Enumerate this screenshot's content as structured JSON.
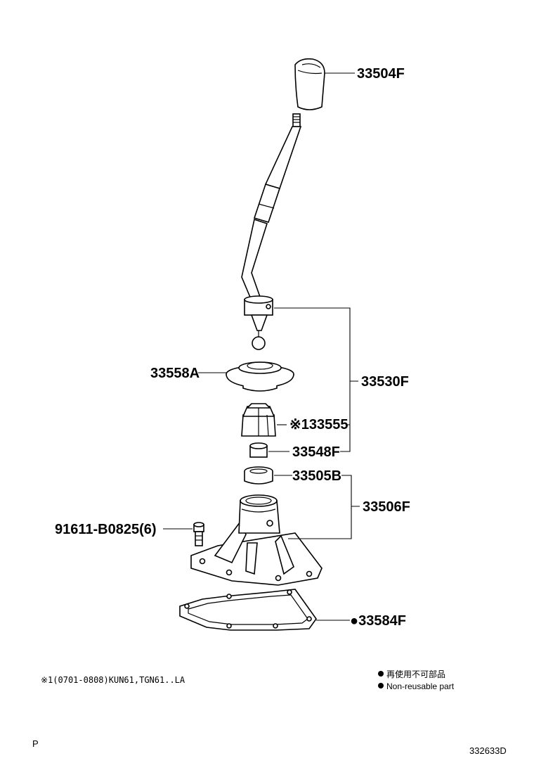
{
  "parts": {
    "knob": "33504F",
    "lever_assy": "33530F",
    "retainer": "33558A",
    "boot": "※133555",
    "bushing": "33548F",
    "seat": "33505B",
    "housing": "33506F",
    "bolt": "91611-B0825(6)",
    "gasket": "●33584F"
  },
  "notes": {
    "applicability": "※1(0701-0808)KUN61,TGN61..LA"
  },
  "legend": {
    "jp": "再使用不可部品",
    "en": "Non-reusable part",
    "bullet_color": "#000000"
  },
  "footer": {
    "left_mark": "P",
    "drawing_number": "332633D"
  }
}
